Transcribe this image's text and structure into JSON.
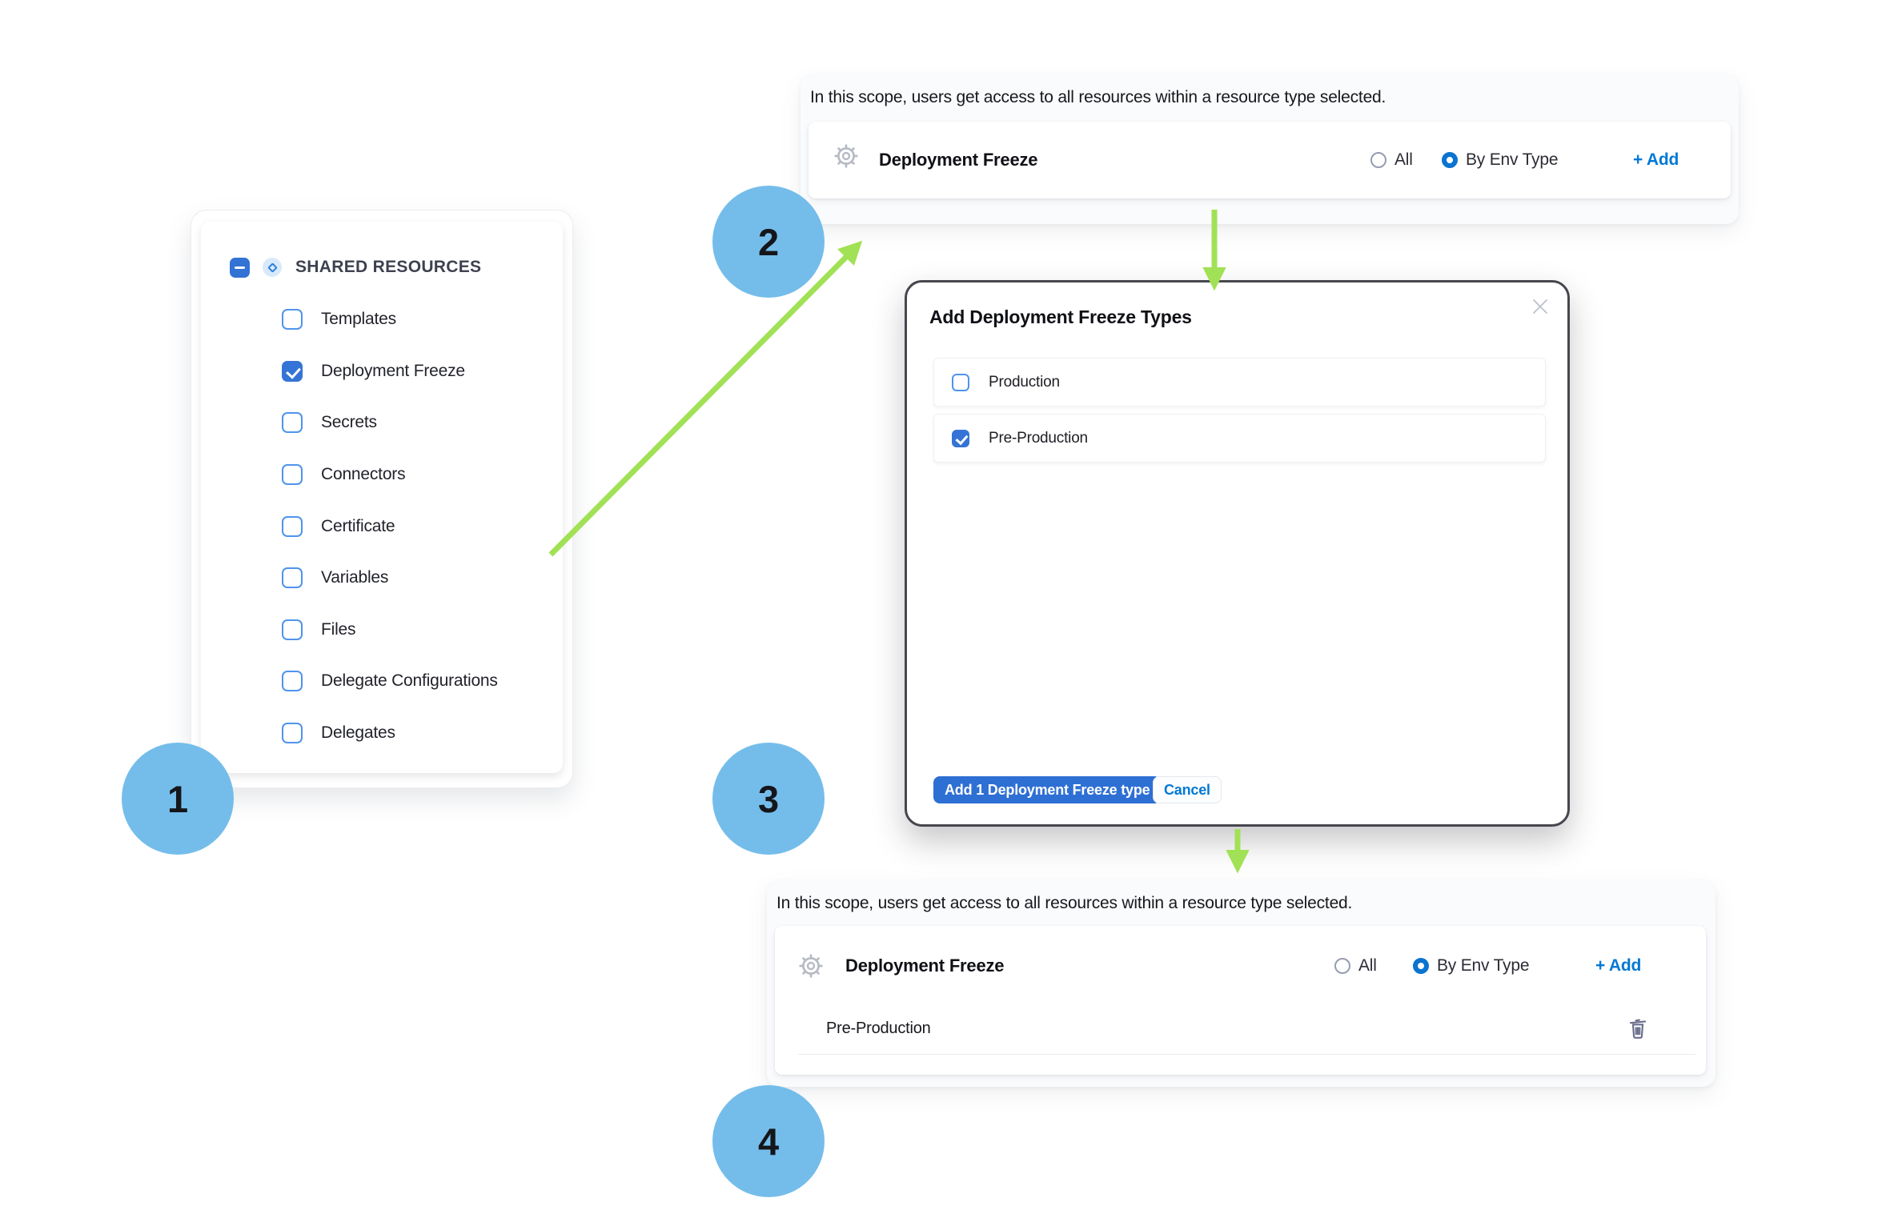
{
  "steps": {
    "one": "1",
    "two": "2",
    "three": "3",
    "four": "4"
  },
  "resource_panel": {
    "title": "SHARED RESOURCES",
    "collapsed": false,
    "items": [
      {
        "label": "Templates",
        "checked": false
      },
      {
        "label": "Deployment Freeze",
        "checked": true
      },
      {
        "label": "Secrets",
        "checked": false
      },
      {
        "label": "Connectors",
        "checked": false
      },
      {
        "label": "Certificate",
        "checked": false
      },
      {
        "label": "Variables",
        "checked": false
      },
      {
        "label": "Files",
        "checked": false
      },
      {
        "label": "Delegate Configurations",
        "checked": false
      },
      {
        "label": "Delegates",
        "checked": false
      }
    ]
  },
  "scope_panel_top": {
    "description": "In this scope, users get access to all resources within a resource type selected.",
    "resource_name": "Deployment Freeze",
    "radio_all_label": "All",
    "radio_by_env_label": "By Env Type",
    "selected_radio": "By Env Type",
    "add_label": "+ Add"
  },
  "modal": {
    "title": "Add Deployment Freeze Types",
    "options": [
      {
        "label": "Production",
        "checked": false
      },
      {
        "label": "Pre-Production",
        "checked": true
      }
    ],
    "confirm_label": "Add 1 Deployment Freeze type",
    "cancel_label": "Cancel"
  },
  "scope_panel_bottom": {
    "description": "In this scope, users get access to all resources within a resource type selected.",
    "resource_name": "Deployment Freeze",
    "radio_all_label": "All",
    "radio_by_env_label": "By Env Type",
    "selected_radio": "By Env Type",
    "add_label": "+ Add",
    "selected_type": "Pre-Production"
  },
  "colors": {
    "accent_blue": "#0278d5",
    "checkbox_blue": "#3574d6",
    "primary_button": "#2e6fd4",
    "step_circle": "#74bdeb",
    "arrow_green": "#a1e155",
    "modal_border": "#46474e",
    "panel_bg": "#fafbfd"
  }
}
